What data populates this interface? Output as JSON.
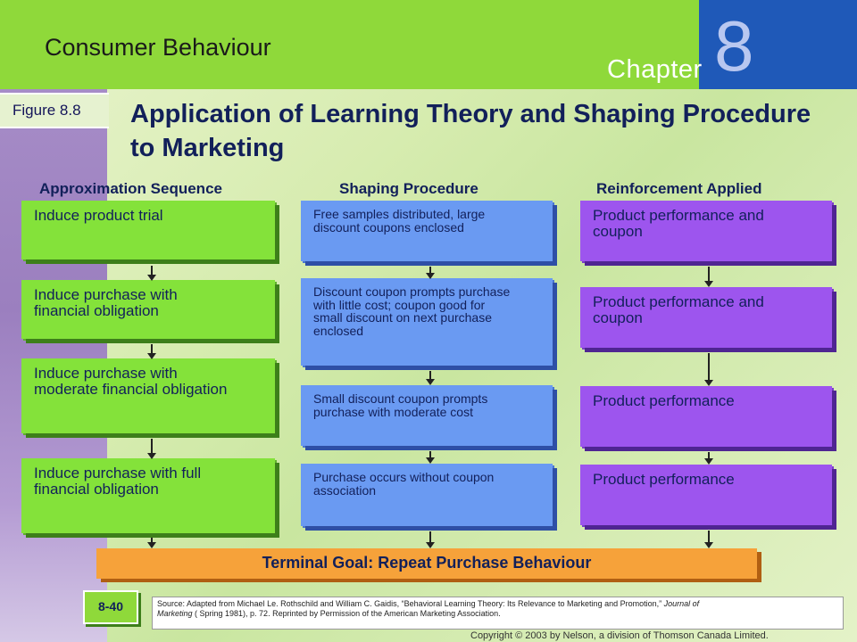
{
  "header": {
    "course_title": "Consumer Behaviour",
    "chapter_label": "Chapter",
    "chapter_number": "8",
    "figure_label": "Figure 8.8"
  },
  "title": "Application of Learning Theory and Shaping Procedure to Marketing",
  "columns": {
    "approximation": {
      "header": "Approximation Sequence",
      "items": [
        "Induce product trial",
        "Induce purchase with financial obligation",
        "Induce purchase with moderate financial obligation",
        "Induce purchase with full financial obligation"
      ]
    },
    "shaping": {
      "header": "Shaping Procedure",
      "items": [
        "Free samples distributed, large discount coupons enclosed",
        "Discount coupon prompts purchase with little cost; coupon good for small discount on next purchase enclosed",
        "Small discount coupon prompts purchase with moderate cost",
        "Purchase occurs without coupon association"
      ]
    },
    "reinforcement": {
      "header": "Reinforcement Applied",
      "items": [
        "Product performance and coupon",
        "Product performance and coupon",
        "Product performance",
        "Product performance"
      ]
    }
  },
  "terminal_goal": "Terminal Goal:  Repeat Purchase Behaviour",
  "footer": {
    "page_number": "8-40",
    "source_prefix": "Source:  Adapted from Michael Le. Rothschild and William C. Gaidis, “Behavioral Learning Theory:  Its Relevance to Marketing and Promotion,” ",
    "source_journal_1": "Journal of",
    "source_journal_2": "Marketing",
    "source_suffix": " ( Spring 1981), p. 72. Reprinted by Permission of the American Marketing Association.",
    "copyright": "Copyright © 2003  by Nelson, a division of Thomson Canada Limited."
  },
  "colors": {
    "header_green": "#8fd93a",
    "chapter_blue": "#1f59b8",
    "approximation_box": "#84e23a",
    "shaping_box": "#6a9af2",
    "reinforcement_box": "#9d55ee",
    "goal_bar": "#f6a23a",
    "sidebar_purple": "#a68cc7"
  }
}
